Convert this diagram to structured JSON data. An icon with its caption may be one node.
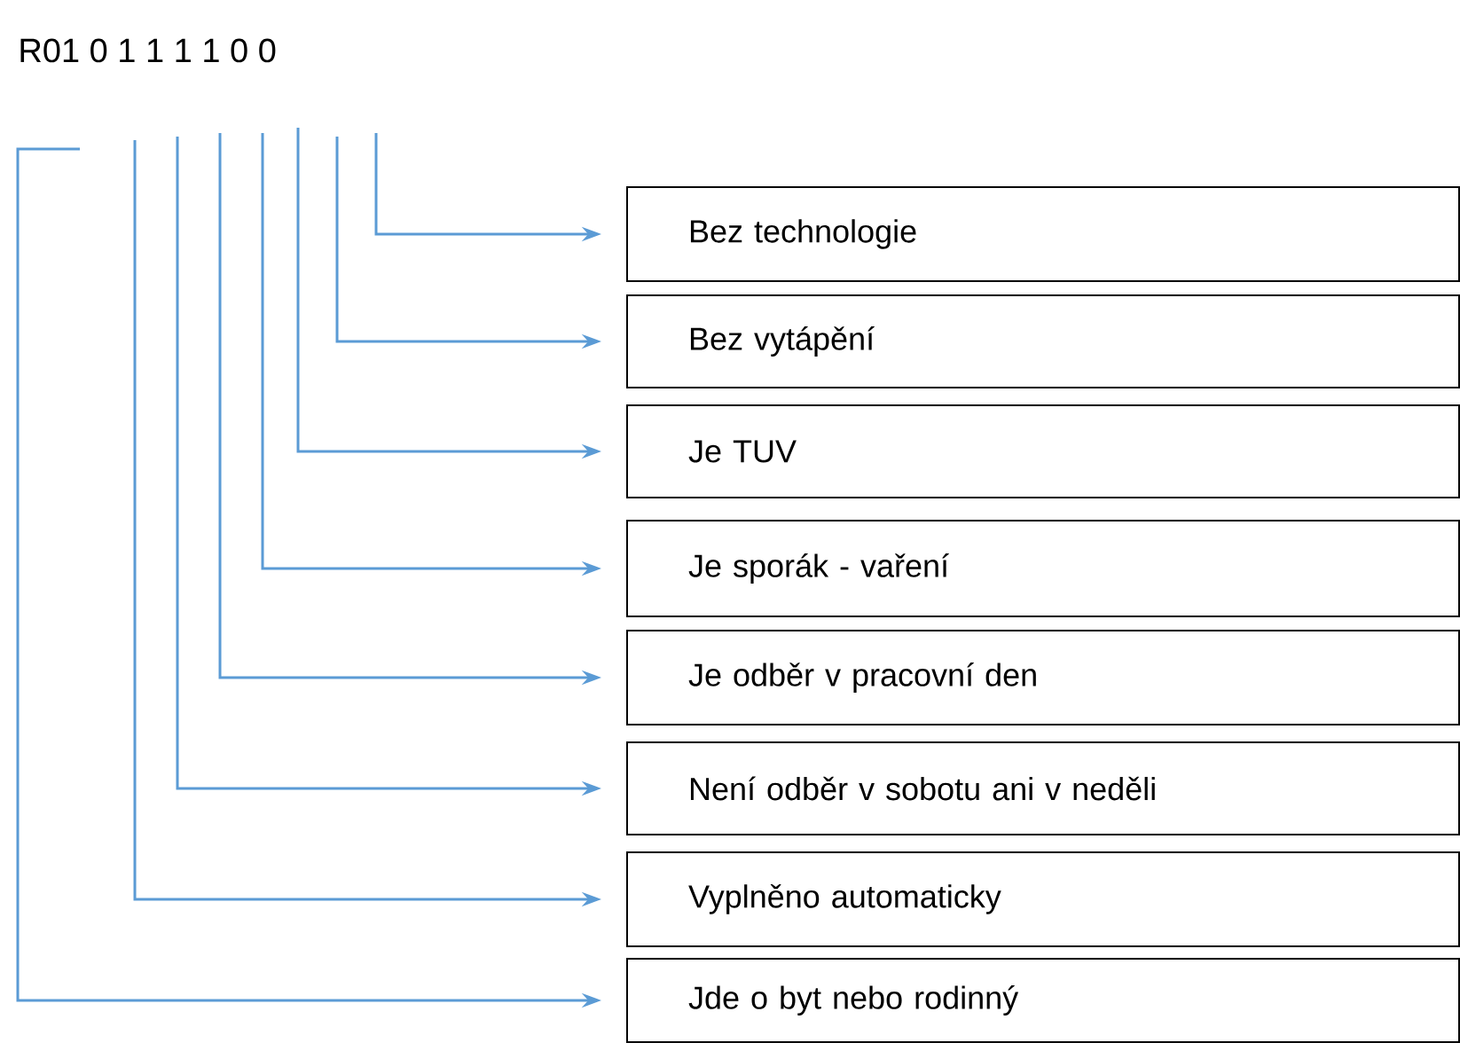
{
  "diagram": {
    "nodes": [
      {
        "text": [
          "Bez technologie"
        ]
      },
      {
        "text": [
          "Bez vytápění"
        ]
      },
      {
        "text": [
          "Je TUV"
        ]
      },
      {
        "text": [
          "Je sporák - vaření"
        ]
      },
      {
        "text": [
          "Je odběr v pracovní den"
        ]
      },
      {
        "text": [
          "Není odběr v sobotu ani v neděli"
        ]
      },
      {
        "text": [
          "Vyplněno automaticky"
        ]
      },
      {
        "text": [
          "Jde o byt nebo rodinný"
        ]
      }
    ],
    "edges": [
      {
        "from": null,
        "to": 0,
        "arrow": "to"
      },
      {
        "from": null,
        "to": 1,
        "arrow": "to"
      },
      {
        "from": null,
        "to": 2,
        "arrow": "to"
      },
      {
        "from": null,
        "to": 3,
        "arrow": "to"
      },
      {
        "from": null,
        "to": 4,
        "arrow": "to"
      },
      {
        "from": null,
        "to": 5,
        "arrow": "to"
      },
      {
        "from": null,
        "to": 6,
        "arrow": "to"
      },
      {
        "from": null,
        "to": 7,
        "arrow": "to"
      }
    ],
    "labels": [
      "R01 0 1 1 1 1 0 0"
    ]
  }
}
